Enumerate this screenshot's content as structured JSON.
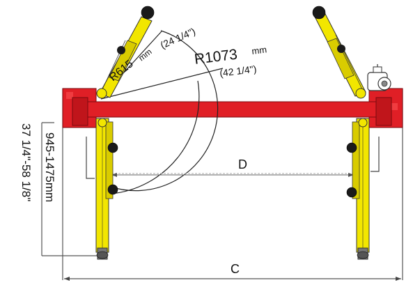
{
  "labels": {
    "r_small_value": "R615",
    "r_small_unit": "mm",
    "r_small_inch": "(24  1/4\")",
    "r_large_value": "R1073",
    "r_large_unit": "mm",
    "r_large_inch": "(42  1/4\")",
    "height_mm": "945-1475mm",
    "height_inch": "37 1/4\"-58 1/8\"",
    "dim_d": "D",
    "dim_c": "C"
  },
  "colors": {
    "frame_red": "#e01f26",
    "arm_yellow": "#f2e600",
    "outline": "#333333",
    "dim_line": "#444444",
    "pad_black": "#1a1a1a",
    "label": "#111111"
  },
  "icons": {
    "motor_pump": "motor-pump-icon",
    "lift_pad": "lift-pad-icon"
  }
}
